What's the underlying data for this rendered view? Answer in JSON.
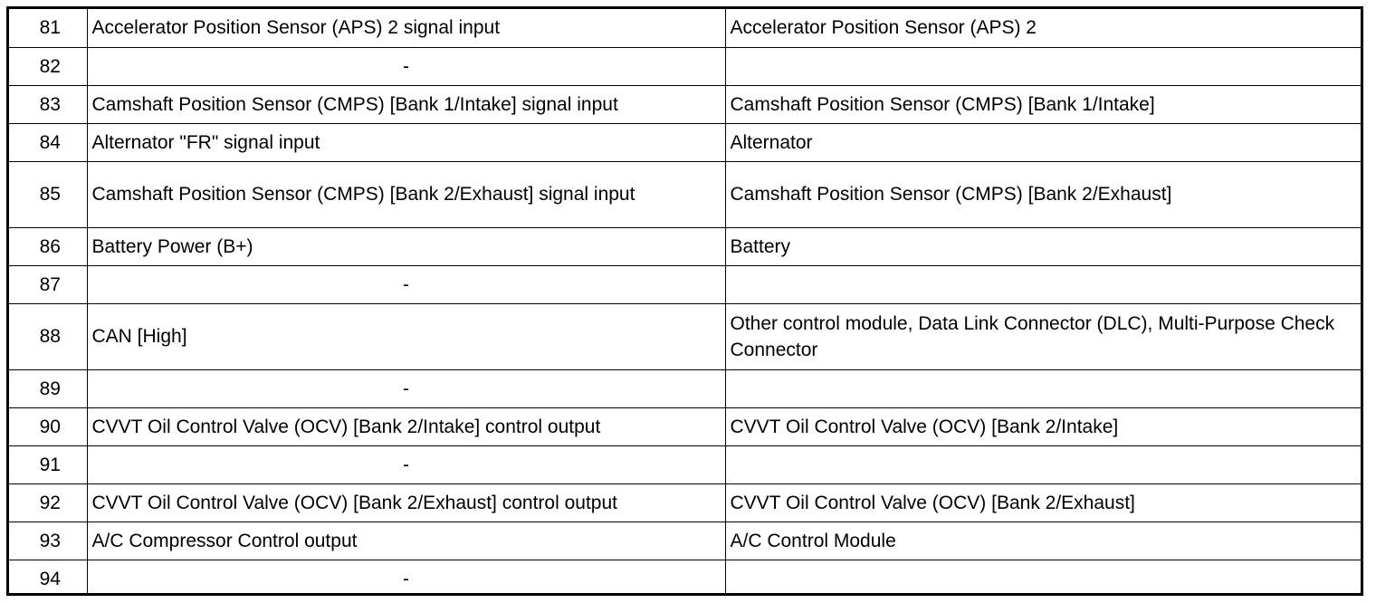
{
  "rows": [
    {
      "pin": "81",
      "description": "Accelerator Position Sensor (APS) 2 signal input",
      "connected_to": "Accelerator Position Sensor (APS) 2"
    },
    {
      "pin": "82",
      "description": "-",
      "connected_to": ""
    },
    {
      "pin": "83",
      "description": "Camshaft Position Sensor (CMPS) [Bank 1/Intake] signal input",
      "connected_to": "Camshaft Position Sensor (CMPS) [Bank 1/Intake]"
    },
    {
      "pin": "84",
      "description": "Alternator \"FR\" signal input",
      "connected_to": "Alternator"
    },
    {
      "pin": "85",
      "description": "Camshaft Position Sensor (CMPS) [Bank 2/Exhaust] signal input",
      "connected_to": "Camshaft Position Sensor (CMPS) [Bank 2/Exhaust]"
    },
    {
      "pin": "86",
      "description": "Battery Power (B+)",
      "connected_to": "Battery"
    },
    {
      "pin": "87",
      "description": "-",
      "connected_to": ""
    },
    {
      "pin": "88",
      "description": "CAN [High]",
      "connected_to": "Other control module, Data Link Connector (DLC), Multi-Purpose Check Connector"
    },
    {
      "pin": "89",
      "description": "-",
      "connected_to": ""
    },
    {
      "pin": "90",
      "description": "CVVT Oil Control Valve (OCV) [Bank 2/Intake] control output",
      "connected_to": "CVVT Oil Control Valve (OCV) [Bank 2/Intake]"
    },
    {
      "pin": "91",
      "description": "-",
      "connected_to": ""
    },
    {
      "pin": "92",
      "description": "CVVT Oil Control Valve (OCV) [Bank 2/Exhaust] control output",
      "connected_to": "CVVT Oil Control Valve (OCV) [Bank 2/Exhaust]"
    },
    {
      "pin": "93",
      "description": "A/C Compressor Control output",
      "connected_to": "A/C Control Module"
    },
    {
      "pin": "94",
      "description": "-",
      "connected_to": ""
    }
  ]
}
